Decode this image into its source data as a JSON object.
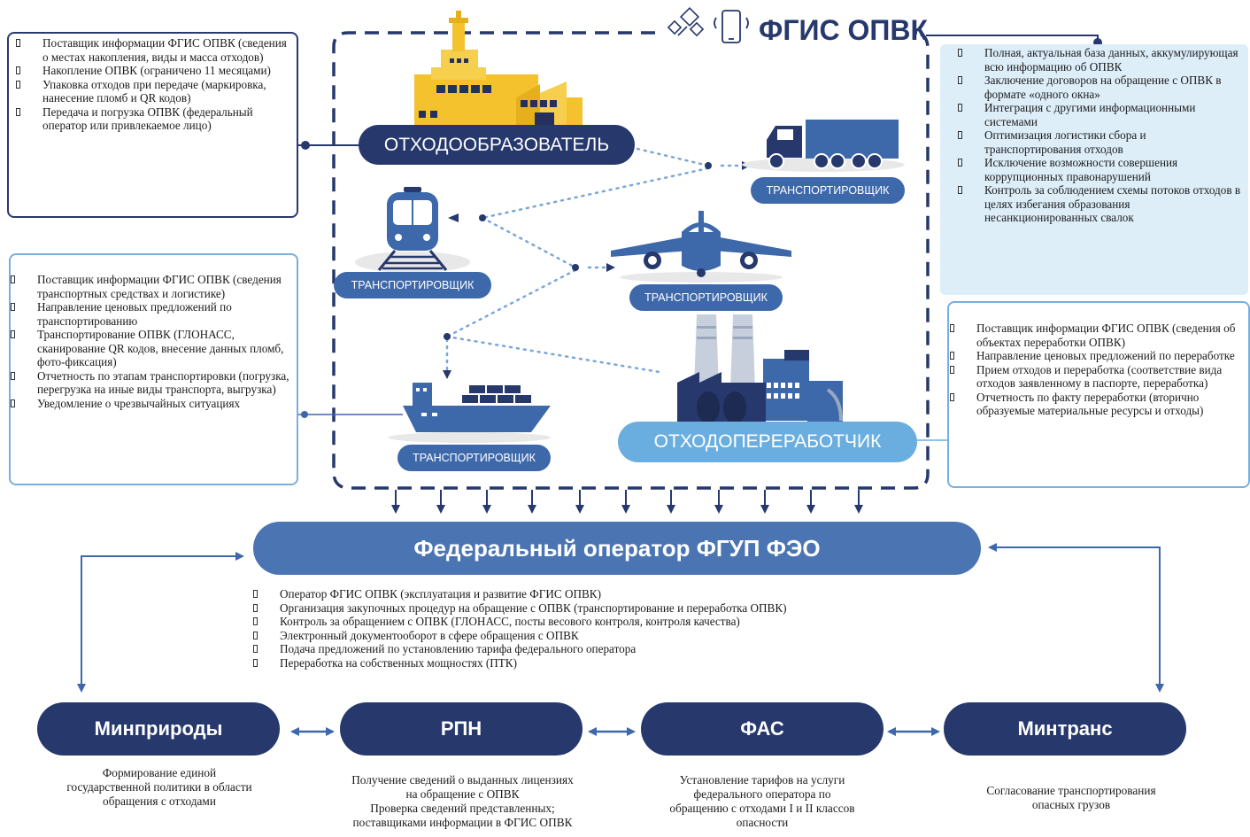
{
  "fgis": {
    "title": "ФГИС ОПВК",
    "bullets": [
      "Полная, актуальная база данных, аккумулирующая всю информацию об ОПВК",
      "Заключение договоров на обращение с ОПВК в формате «одного окна»",
      "Интеграция с другими информационными системами",
      "Оптимизация логистики сбора и транспортирования отходов",
      "Исключение возможности совершения коррупционных правонарушений",
      "Контроль за соблюдением схемы потоков отходов в целях избегания образования несанкционированных свалок"
    ]
  },
  "generator": {
    "label": "ОТХОДООБРАЗОВАТЕЛЬ",
    "bullets": [
      "Поставщик информации ФГИС ОПВК (сведения о местах накопления, виды и масса отходов)",
      "Накопление ОПВК (ограничено 11 месяцами)",
      "Упаковка отходов при передаче (маркировка, нанесение пломб и QR кодов)",
      "Передача и погрузка ОПВК (федеральный оператор или привлекаемое лицо)"
    ]
  },
  "transporter": {
    "label": "ТРАНСПОРТИРОВЩИК",
    "bullets": [
      "Поставщик информации ФГИС ОПВК (сведения транспортных средствах и логистике)",
      "Направление ценовых предложений по транспортированию",
      "Транспортирование ОПВК (ГЛОНАСС, сканирование QR кодов, внесение данных пломб, фото-фиксация)",
      "Отчетность по этапам транспортировки (погрузка, перегрузка на иные виды транспорта, выгрузка)",
      "Уведомление о чрезвычайных ситуациях"
    ]
  },
  "processor": {
    "label": "ОТХОДОПЕРЕРАБОТЧИК",
    "bullets": [
      "Поставщик информации ФГИС ОПВК (сведения об объектах переработки ОПВК)",
      "Направление ценовых предложений по переработке",
      "Прием отходов и переработка (соответствие вида отходов заявленному в паспорте, переработка)",
      "Отчетность по факту переработки (вторично образуемые материальные ресурсы и отходы)"
    ]
  },
  "operator": {
    "label": "Федеральный оператор ФГУП ФЭО",
    "bullets": [
      "Оператор ФГИС ОПВК (эксплуатация и развитие ФГИС ОПВК)",
      "Организация закупочных процедур на обращение с ОПВК (транспортирование и переработка ОПВК)",
      "Контроль за обращением с ОПВК (ГЛОНАСС, посты весового контроля, контроля качества)",
      "Электронный документооборот в сфере обращения с ОПВК",
      "Подача предложений по установлению тарифа федерального оператора",
      "Переработка на собственных мощностях (ПТК)"
    ]
  },
  "agencies": [
    {
      "label": "Минприроды",
      "desc": "Формирование единой\nгосударственной политики в области\nобращения с отходами"
    },
    {
      "label": "РПН",
      "desc": "Получение сведений о выданных лицензиях\nна обращение с ОПВК\nПроверка сведений представленных;\nпоставщиками информации в ФГИС ОПВК"
    },
    {
      "label": "ФАС",
      "desc": "Установление тарифов на услуги\nфедерального оператора по\nобращению с отходами I и II классов\nопасности"
    },
    {
      "label": "Минтранс",
      "desc": "Согласование транспортирования\nопасных грузов"
    }
  ],
  "colors": {
    "dark_navy": "#26386c",
    "mid_blue": "#3d68aa",
    "light_blue": "#6aaee0",
    "pale_fill": "#ddeef9",
    "factory_yellow": "#f3c22d"
  }
}
